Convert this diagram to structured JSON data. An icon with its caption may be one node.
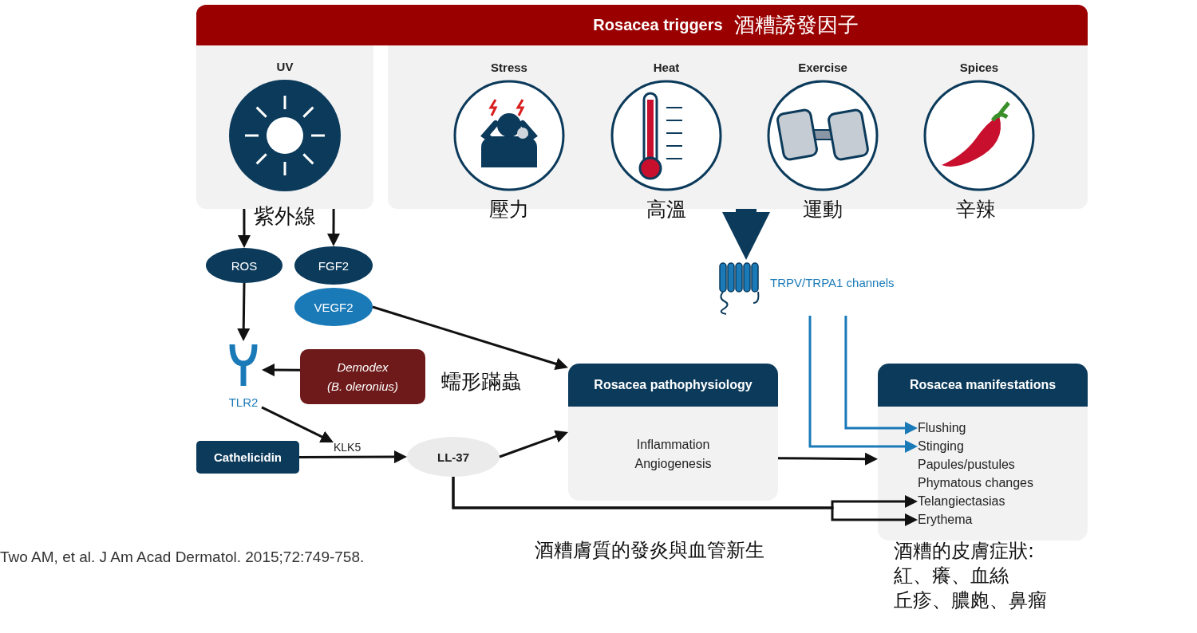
{
  "diagram": {
    "nodes": [
      {
        "text": [
          "Rosacea triggers",
          "酒糟誘發因子"
        ]
      },
      {
        "text": [
          "UV"
        ],
        "beside": [
          "紫外線"
        ]
      },
      {
        "text": [],
        "shape": "box"
      },
      {
        "text": [
          "Stress"
        ],
        "in": 2,
        "beside": [
          "壓力"
        ]
      },
      {
        "text": [
          "Heat"
        ],
        "in": 2,
        "beside": [
          "高溫"
        ]
      },
      {
        "text": [
          "Exercise"
        ],
        "in": 2,
        "beside": [
          "運動"
        ]
      },
      {
        "text": [
          "Spices"
        ],
        "in": 2,
        "beside": [
          "辛辣"
        ]
      },
      {
        "text": [
          "ROS"
        ]
      },
      {
        "text": [
          "FGF2"
        ]
      },
      {
        "text": [
          "VEGF2"
        ]
      },
      {
        "text": [
          "TLR2"
        ]
      },
      {
        "text": [
          "Demodex (B. oleronius)"
        ],
        "beside": [
          "蠕形蹣蟲"
        ]
      },
      {
        "text": [
          "KLK5"
        ]
      },
      {
        "text": [
          "Cathelicidin"
        ]
      },
      {
        "text": [
          "LL-37"
        ]
      },
      {
        "text": [
          "Rosacea pathophysiology",
          "Inflammation Angiogenesis"
        ],
        "beside": [
          "酒糟膚質的發炎與血管新生"
        ]
      },
      {
        "text": [
          "TRPV/TRPA1 channels"
        ]
      },
      {
        "text": [
          "Rosacea manifestations"
        ],
        "beside": [
          "酒糟的皮膚症狀:",
          "紅、癢、血絲",
          "丘疹、膿皰、鼻瘤"
        ]
      },
      {
        "text": [
          "Flushing"
        ],
        "in": 17
      },
      {
        "text": [
          "Stinging"
        ],
        "in": 17
      },
      {
        "text": [
          "Papules/pustules"
        ],
        "in": 17
      },
      {
        "text": [
          "Phymatous changes"
        ],
        "in": 17
      },
      {
        "text": [
          "Telangiectasias"
        ],
        "in": 17
      },
      {
        "text": [
          "Erythema"
        ],
        "in": 17
      }
    ],
    "edges": [
      {
        "from": 1,
        "to": 7,
        "arrow": "to"
      },
      {
        "from": 1,
        "to": 8,
        "arrow": "to"
      },
      {
        "from": 7,
        "to": 10,
        "arrow": "to"
      },
      {
        "from": 11,
        "to": 10,
        "arrow": "to"
      },
      {
        "from": 9,
        "to": 15,
        "arrow": "to"
      },
      {
        "from": 10,
        "to": 12,
        "arrow": "to"
      },
      {
        "from": 13,
        "to": 14,
        "arrow": "to"
      },
      {
        "from": 14,
        "to": 15,
        "arrow": "to"
      },
      {
        "from": 15,
        "to": 17,
        "arrow": "to"
      },
      {
        "from": 2,
        "to": 16,
        "arrow": "to",
        "style": "thick",
        "color": "#0b3a5b"
      },
      {
        "from": 16,
        "to": 18,
        "arrow": "to",
        "color": "#1a7ab8"
      },
      {
        "from": 16,
        "to": 19,
        "arrow": "to",
        "color": "#1a7ab8"
      },
      {
        "from": 14,
        "to": 22,
        "arrow": "to"
      },
      {
        "from": 14,
        "to": 23,
        "arrow": "to"
      }
    ],
    "labels": [
      "Two AM, et al. J Am Acad Dermatol. 2015;72:749-758."
    ]
  }
}
